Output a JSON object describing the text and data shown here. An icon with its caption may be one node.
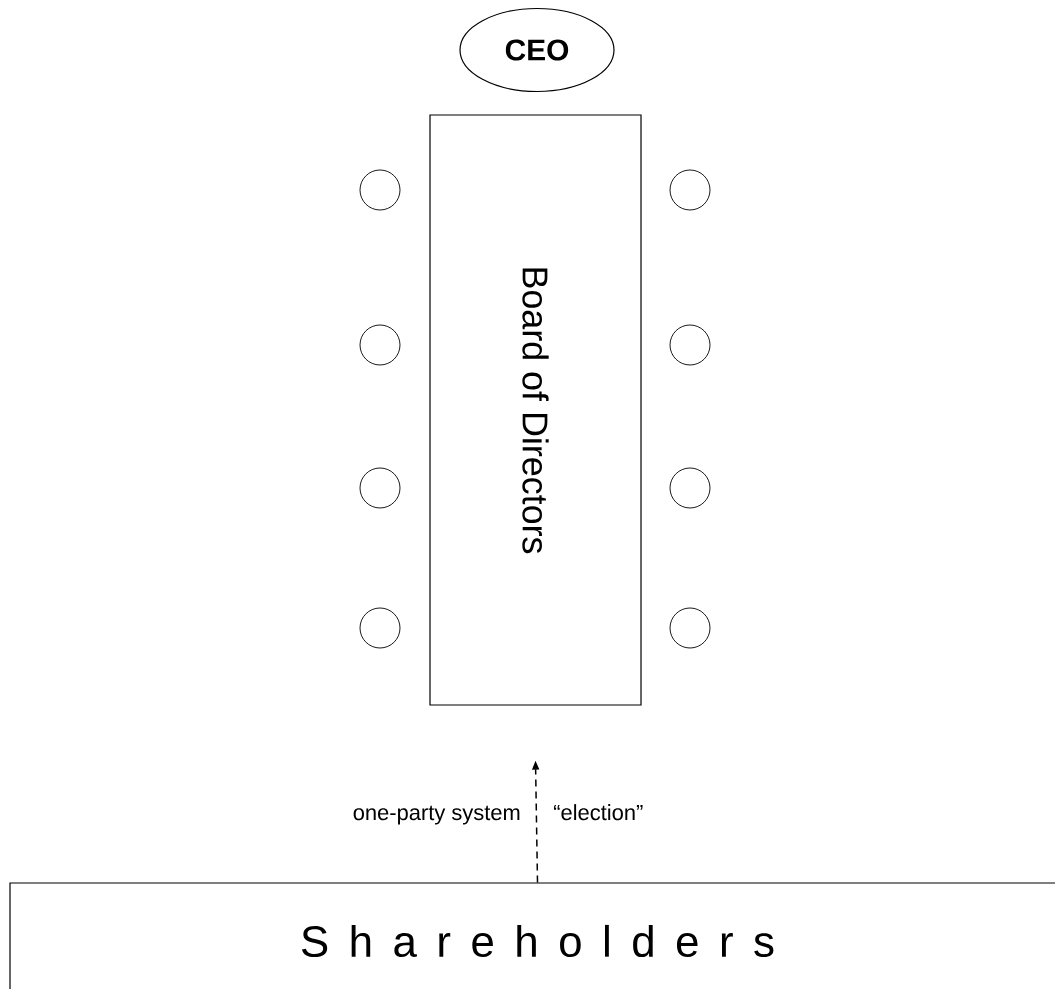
{
  "diagram": {
    "nodes": [
      {
        "text": [
          "CEO"
        ]
      },
      {
        "text": [
          "Board of Directors"
        ]
      },
      {
        "text": [],
        "shape": "circle"
      },
      {
        "text": [],
        "shape": "circle"
      },
      {
        "text": [],
        "shape": "circle"
      },
      {
        "text": [],
        "shape": "circle"
      },
      {
        "text": [],
        "shape": "circle"
      },
      {
        "text": [],
        "shape": "circle"
      },
      {
        "text": [],
        "shape": "circle"
      },
      {
        "text": [],
        "shape": "circle"
      },
      {
        "text": [
          "S h a r e h o l d e r s"
        ]
      }
    ],
    "edges": [
      {
        "from": 10,
        "to": 1,
        "arrow": "to",
        "style": "dashed",
        "label": "“election”"
      }
    ],
    "labels": [
      "one-party system"
    ]
  }
}
